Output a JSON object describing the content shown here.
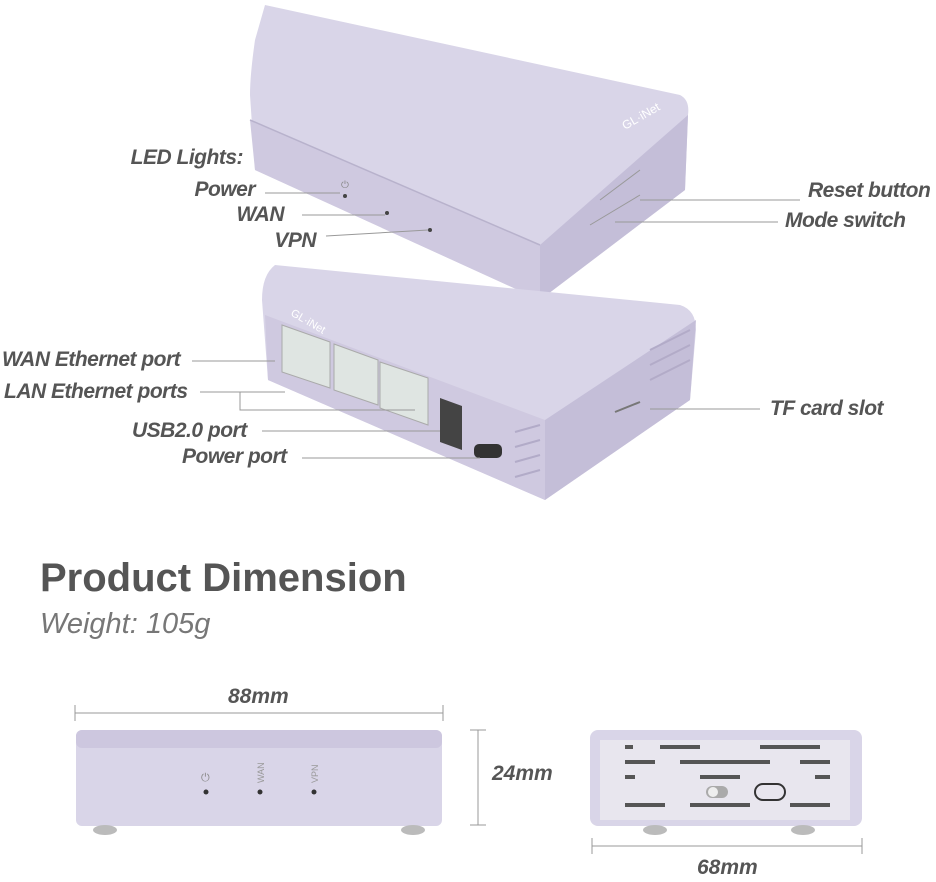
{
  "labels": {
    "led_lights": "LED Lights:",
    "power": "Power",
    "wan": "WAN",
    "vpn": "VPN",
    "reset_button": "Reset button",
    "mode_switch": "Mode switch",
    "wan_ethernet_port": "WAN Ethernet port",
    "lan_ethernet_ports": "LAN Ethernet ports",
    "usb_port": "USB2.0 port",
    "power_port": "Power port",
    "tf_card_slot": "TF card slot"
  },
  "device": {
    "brand": "GL·iNet",
    "led_wan": "WAN",
    "led_vpn": "VPN"
  },
  "dimension": {
    "title": "Product Dimension",
    "weight": "Weight: 105g",
    "length": "88mm",
    "height": "24mm",
    "width": "68mm"
  },
  "colors": {
    "device": "#d9d5e8",
    "device_side": "#c8c2db",
    "text": "#555555"
  }
}
